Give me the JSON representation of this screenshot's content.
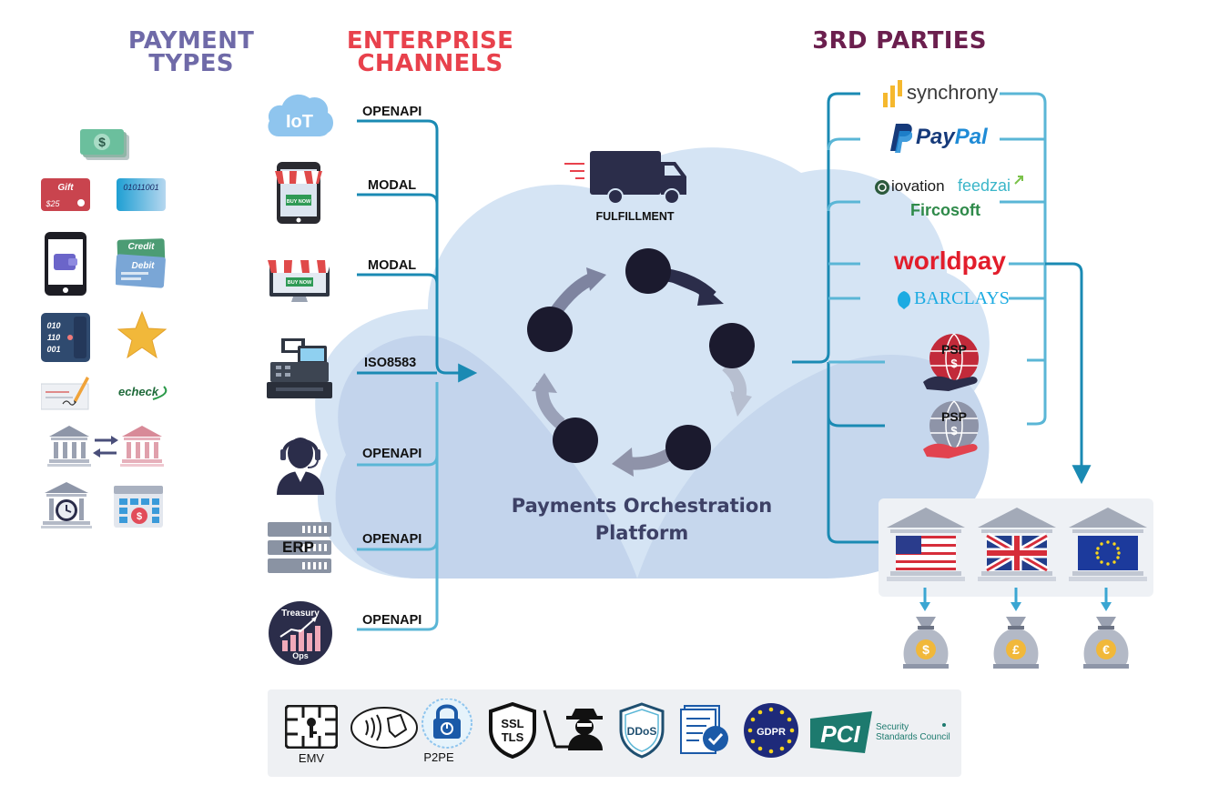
{
  "headings": {
    "payment_types": [
      "PAYMENT",
      "TYPES"
    ],
    "enterprise_channels": [
      "ENTERPRISE",
      "CHANNELS"
    ],
    "third_parties": "3RD PARTIES"
  },
  "colors": {
    "payment_types": "#6f6aa8",
    "enterprise_channels": "#e8414c",
    "third_parties": "#6b1f4e",
    "connector": "#1a8ab3",
    "navy": "#252547",
    "cloud_light": "#d5e4f4",
    "cloud_dark": "#bfd1ea"
  },
  "payment_types": {
    "gift_card": {
      "title": "Gift",
      "amount": "$25"
    },
    "binary_card": "01011001",
    "credit_debit": {
      "credit": "Credit",
      "debit": "Debit"
    },
    "binary_wallet": [
      "010",
      "110",
      "001"
    ],
    "echeck": "echeck",
    "cash_symbol": "$"
  },
  "channels": {
    "iot": "IoT",
    "buy_now": "BUY NOW",
    "erp": "ERP",
    "treasury": [
      "Treasury",
      "Ops"
    ],
    "labels": [
      "OPENAPI",
      "MODAL",
      "MODAL",
      "ISO8583",
      "OPENAPI",
      "OPENAPI",
      "OPENAPI"
    ]
  },
  "platform": {
    "fulfillment": "FULFILLMENT",
    "title": [
      "Payments Orchestration",
      "Platform"
    ]
  },
  "third_parties": {
    "synchrony": "synchrony",
    "paypal": "PayPal",
    "iovation": "iovation",
    "feedzai": "feedzai",
    "fircosoft": "Fircosoft",
    "worldpay": "worldpay",
    "barclays": "BARCLAYS",
    "psp": "PSP",
    "psp_symbol": "$"
  },
  "banks": {
    "currencies": [
      "$",
      "£",
      "€"
    ]
  },
  "security": {
    "emv": "EMV",
    "p2pe": "P2PE",
    "ssl": "SSL",
    "tls": "TLS",
    "ddos": "DDoS",
    "gdpr": "GDPR",
    "pci": "PCI",
    "pci_council": [
      "Security",
      "Standards Council"
    ]
  }
}
